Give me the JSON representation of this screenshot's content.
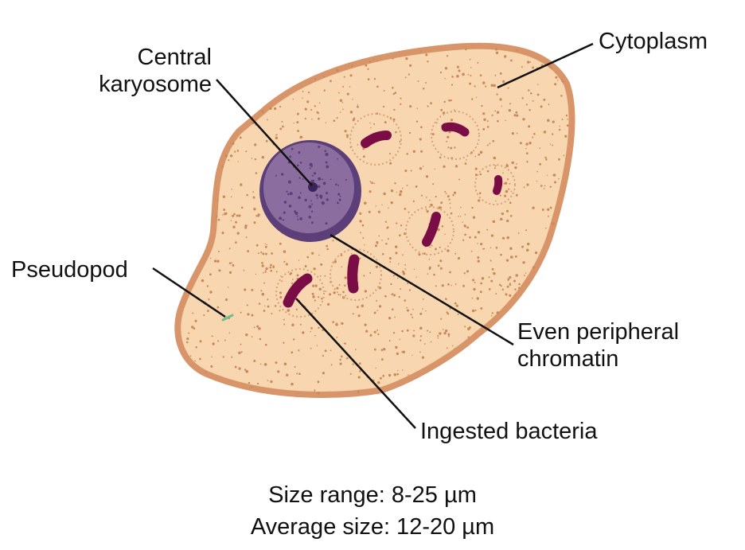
{
  "labels": {
    "central_karyosome_line1": "Central",
    "central_karyosome_line2": "karyosome",
    "cytoplasm": "Cytoplasm",
    "pseudopod": "Pseudopod",
    "even_peripheral_chromatin_line1": "Even peripheral",
    "even_peripheral_chromatin_line2": "chromatin",
    "ingested_bacteria": "Ingested bacteria"
  },
  "caption": {
    "size_range": "Size range: 8-25 µm",
    "average_size": "Average size: 12-20 µm"
  },
  "colors": {
    "cell_fill": "#f8d7b0",
    "cell_outline": "#d9956a",
    "speckle": "#c98a5a",
    "nucleus_fill": "#8b6da0",
    "nucleus_rim": "#5c3f78",
    "karyosome": "#3a2457",
    "bacteria": "#7a0d45",
    "leader_line": "#111111",
    "pseudopod_mark": "#6fbf8e"
  }
}
